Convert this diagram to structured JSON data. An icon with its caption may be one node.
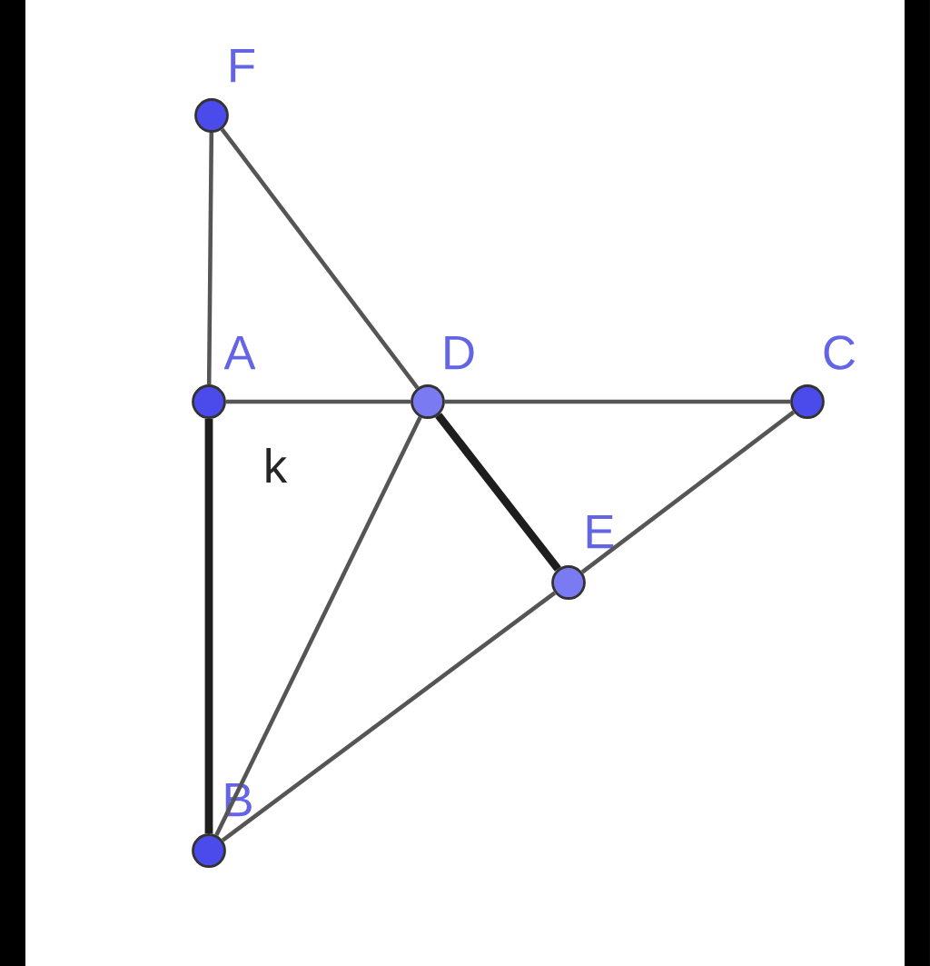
{
  "diagram": {
    "nodes": [
      {
        "text": [
          "F"
        ]
      },
      {
        "text": [
          "A"
        ]
      },
      {
        "text": [
          "D"
        ]
      },
      {
        "text": [
          "C"
        ]
      },
      {
        "text": [
          "E"
        ]
      },
      {
        "text": [
          "B"
        ]
      }
    ],
    "edges": [
      {
        "from": 0,
        "to": 1,
        "arrow": "none"
      },
      {
        "from": 0,
        "to": 2,
        "arrow": "none"
      },
      {
        "from": 1,
        "to": 2,
        "arrow": "none"
      },
      {
        "from": 2,
        "to": 3,
        "arrow": "none"
      },
      {
        "from": 1,
        "to": 5,
        "arrow": "none",
        "style": "thick",
        "color": "#1e1e1e"
      },
      {
        "from": 5,
        "to": 2,
        "arrow": "none"
      },
      {
        "from": 2,
        "to": 4,
        "arrow": "none",
        "style": "thick",
        "color": "#1e1e1e"
      },
      {
        "from": 5,
        "to": 4,
        "arrow": "none"
      },
      {
        "from": 4,
        "to": 3,
        "arrow": "none"
      }
    ],
    "labels": [
      "k"
    ]
  }
}
